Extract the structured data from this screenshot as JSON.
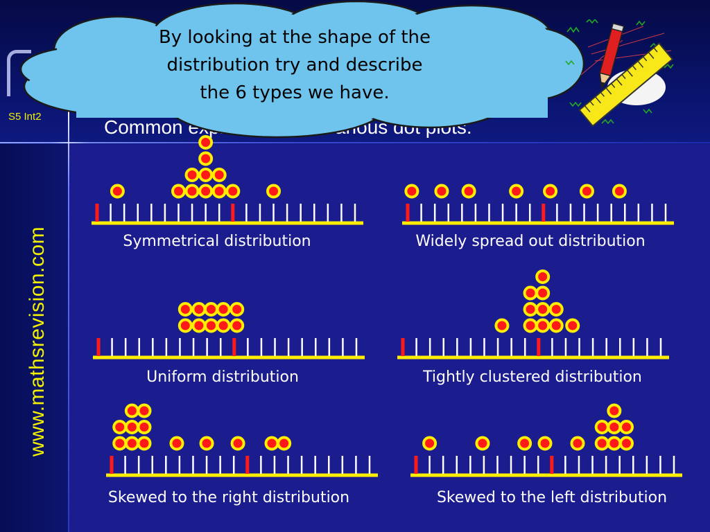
{
  "slide": {
    "subject_tag": "S5 Int2",
    "website": "www.mathsrevision.com",
    "title": "Common expressions for various dot plots.",
    "prompt_lines": [
      "By looking at the shape of the",
      "distribution try and describe",
      "the 6 types we have."
    ]
  },
  "colors": {
    "background": "#1b1c8e",
    "dot_fill": "#ff1a1a",
    "dot_ring": "#ffee00",
    "axis_line": "#ffee00",
    "tick": "#ffffff",
    "marker": "#ff1a1a",
    "cloud_fill": "#6fc4ee",
    "accent_text": "#f2f200"
  },
  "plots": [
    {
      "caption": "Symmetrical distribution",
      "columns": [
        {
          "pos": 1.5,
          "count": 1
        },
        {
          "pos": 6.0,
          "count": 1
        },
        {
          "pos": 7.0,
          "count": 2
        },
        {
          "pos": 8.0,
          "count": 4
        },
        {
          "pos": 9.0,
          "count": 2
        },
        {
          "pos": 10.0,
          "count": 1
        },
        {
          "pos": 13.0,
          "count": 1
        }
      ]
    },
    {
      "caption": "Widely spread out distribution",
      "columns": [
        {
          "pos": 0.3,
          "count": 1
        },
        {
          "pos": 2.5,
          "count": 1
        },
        {
          "pos": 4.5,
          "count": 1
        },
        {
          "pos": 8.0,
          "count": 1
        },
        {
          "pos": 10.5,
          "count": 1
        },
        {
          "pos": 13.2,
          "count": 1
        },
        {
          "pos": 15.6,
          "count": 1
        }
      ]
    },
    {
      "caption": "Uniform distribution",
      "columns": [
        {
          "pos": 6.4,
          "count": 2
        },
        {
          "pos": 7.4,
          "count": 2
        },
        {
          "pos": 8.3,
          "count": 2
        },
        {
          "pos": 9.2,
          "count": 2
        },
        {
          "pos": 10.2,
          "count": 2
        }
      ]
    },
    {
      "caption": "Tightly clustered distribution",
      "columns": [
        {
          "pos": 7.3,
          "count": 1
        },
        {
          "pos": 9.4,
          "count": 3
        },
        {
          "pos": 10.3,
          "count": 4
        },
        {
          "pos": 11.3,
          "count": 2
        },
        {
          "pos": 12.5,
          "count": 1
        }
      ]
    },
    {
      "caption": "Skewed to the right distribution",
      "columns": [
        {
          "pos": 0.6,
          "count": 2
        },
        {
          "pos": 1.5,
          "count": 3
        },
        {
          "pos": 2.4,
          "count": 3
        },
        {
          "pos": 4.8,
          "count": 1
        },
        {
          "pos": 7.0,
          "count": 1
        },
        {
          "pos": 9.3,
          "count": 1
        },
        {
          "pos": 11.8,
          "count": 1
        },
        {
          "pos": 12.7,
          "count": 1
        }
      ]
    },
    {
      "caption": "Skewed to the left distribution",
      "columns": [
        {
          "pos": 1.0,
          "count": 1
        },
        {
          "pos": 4.9,
          "count": 1
        },
        {
          "pos": 8.0,
          "count": 1
        },
        {
          "pos": 9.5,
          "count": 1
        },
        {
          "pos": 11.9,
          "count": 1
        },
        {
          "pos": 13.7,
          "count": 2
        },
        {
          "pos": 14.6,
          "count": 3
        },
        {
          "pos": 15.5,
          "count": 2
        }
      ]
    }
  ]
}
